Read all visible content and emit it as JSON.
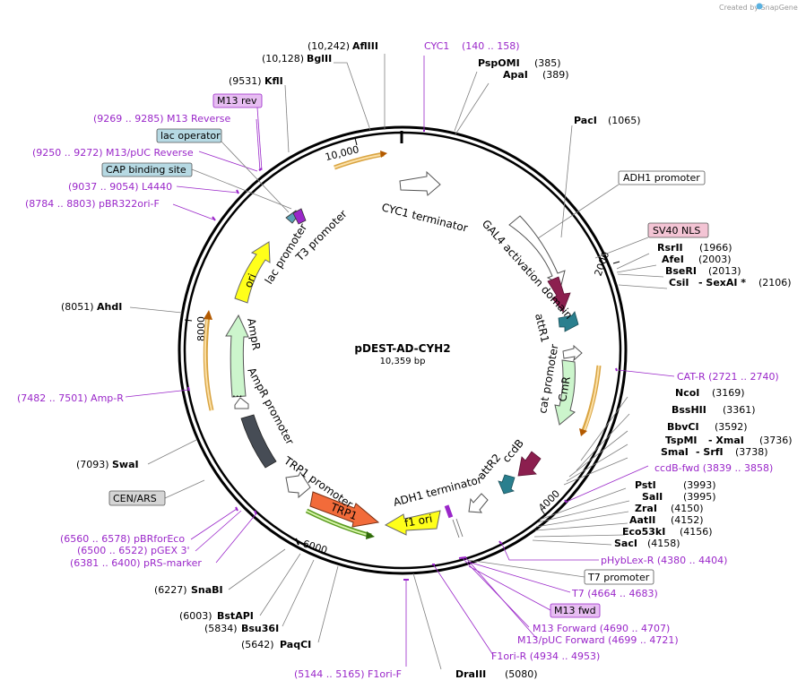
{
  "watermark": "Created by SnapGene",
  "center": {
    "name": "pDEST-AD-CYH2",
    "length": "10,359 bp"
  },
  "ticks": [
    "10,000",
    "2000",
    "4000",
    "6000",
    "8000"
  ],
  "colors": {
    "primer": "#9a27c9",
    "site_line": "#7f7f7f"
  },
  "sites": [
    [
      "(10,242)",
      "AflIII",
      "",
      ""
    ],
    [
      "(10,128)",
      "BglII",
      "",
      ""
    ],
    [
      "(9531)",
      "KflI",
      "",
      ""
    ],
    [
      "PspOMI",
      "(385)",
      "",
      ""
    ],
    [
      "ApaI",
      "(389)",
      "",
      ""
    ],
    [
      "PacI",
      "(1065)",
      "",
      ""
    ],
    [
      "RsrII",
      "(1966)",
      "",
      ""
    ],
    [
      "AfeI",
      "(2003)",
      "",
      ""
    ],
    [
      "BseRI",
      "(2013)",
      "",
      ""
    ],
    [
      "CsiI",
      "- SexAI *",
      "(2106)",
      ""
    ],
    [
      "NcoI",
      "(3169)",
      "",
      ""
    ],
    [
      "BssHII",
      "(3361)",
      "",
      ""
    ],
    [
      "BbvCI",
      "(3592)",
      "",
      ""
    ],
    [
      "TspMI",
      "- XmaI",
      "(3736)",
      ""
    ],
    [
      "SmaI",
      "- SrfI",
      "(3738)",
      ""
    ],
    [
      "PstI",
      "(3993)",
      "",
      ""
    ],
    [
      "SalI",
      "(3995)",
      "",
      ""
    ],
    [
      "ZraI",
      "(4150)",
      "",
      ""
    ],
    [
      "AatII",
      "(4152)",
      "",
      ""
    ],
    [
      "Eco53kI",
      "(4156)",
      "",
      ""
    ],
    [
      "SacI",
      "(4158)",
      "",
      ""
    ],
    [
      "DraIII",
      "(5080)",
      "",
      ""
    ],
    [
      "(5642)",
      "PaqCI",
      "",
      ""
    ],
    [
      "(5834)",
      "Bsu36I",
      "",
      ""
    ],
    [
      "(6003)",
      "BstAPI",
      "",
      ""
    ],
    [
      "(6227)",
      "SnaBI",
      "",
      ""
    ],
    [
      "(7093)",
      "SwaI",
      "",
      ""
    ],
    [
      "(8051)",
      "AhdI",
      "",
      ""
    ]
  ],
  "primers": [
    "CYC1",
    "(140 .. 158)",
    "(9269 .. 9285)  M13 Reverse",
    "(9250 .. 9272)  M13/pUC Reverse",
    "(9037 .. 9054)  L4440",
    "(8784 .. 8803)  pBR322ori-F",
    "(7482 .. 7501)  Amp-R",
    "(6560 .. 6578)  pBRforEco",
    "(6500 .. 6522)  pGEX 3'",
    "(6381 .. 6400)  pRS-marker",
    "(5144 .. 5165)  F1ori-F",
    "F1ori-R   (4934 .. 4953)",
    "M13 Forward   (4690 .. 4707)",
    "M13/pUC Forward   (4699 .. 4721)",
    "T7   (4664 .. 4683)",
    "pHybLex-R   (4380 .. 4404)",
    "ccdB-fwd   (3839 .. 3858)",
    "CAT-R   (2721 .. 2740)"
  ],
  "boxes": {
    "m13rev": "M13 rev",
    "lacop": "lac operator",
    "cap": "CAP binding site",
    "adh1": "ADH1 promoter",
    "sv40": "SV40 NLS",
    "cenars": "CEN/ARS",
    "t7": "T7 promoter",
    "m13fwd": "M13 fwd"
  },
  "features": {
    "cyc1_term": "CYC1 terminator",
    "gal4": "GAL4 activation domain",
    "attr1": "attR1",
    "cat_prom": "cat promoter",
    "cmr": "CmR",
    "attr2": "attR2",
    "ccdb": "ccdB",
    "adh1_term": "ADH1 terminator",
    "f1ori": "f1 ori",
    "trp1": "TRP1",
    "trp1_prom": "TRP1 promoter",
    "ampr_prom": "AmpR promoter",
    "ampr": "AmpR",
    "ori": "ori",
    "lac_prom": "lac promoter",
    "t3_prom": "T3 promoter",
    "ellipsis": "..."
  }
}
